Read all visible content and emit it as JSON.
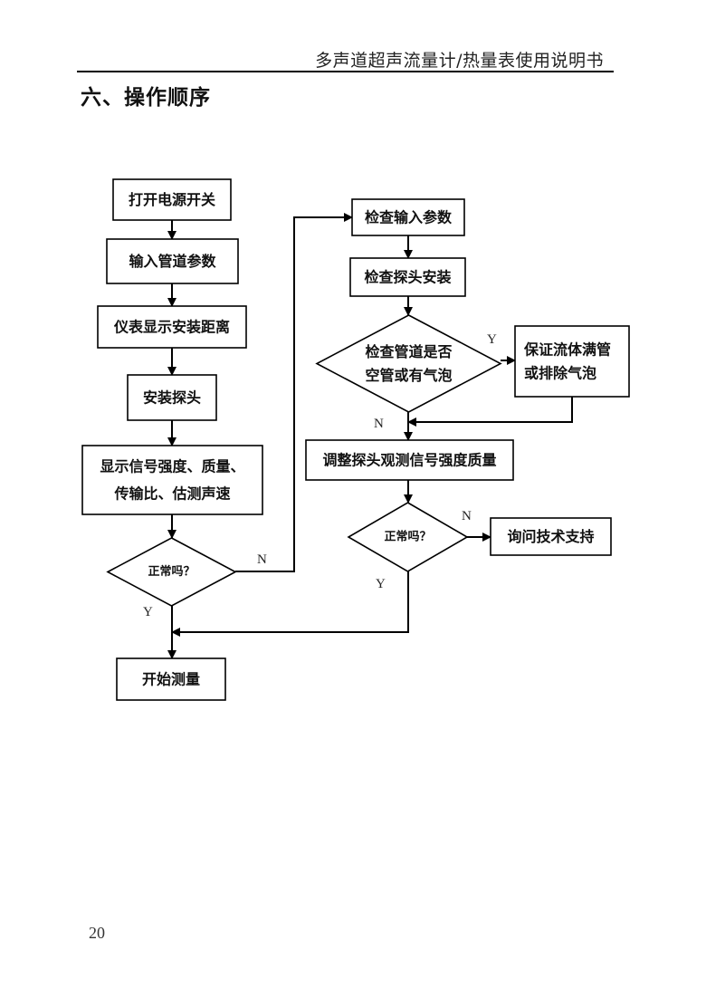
{
  "header": {
    "title": "多声道超声流量计/热量表使用说明书"
  },
  "section": {
    "title": "六、操作顺序"
  },
  "page_number": "20",
  "flowchart": {
    "nodes": {
      "power_on": {
        "type": "process",
        "lines": [
          "打开电源开关"
        ]
      },
      "input_pipe_params": {
        "type": "process",
        "lines": [
          "输入管道参数"
        ]
      },
      "show_install_distance": {
        "type": "process",
        "lines": [
          "仪表显示安装距离"
        ]
      },
      "install_probe": {
        "type": "process",
        "lines": [
          "安装探头"
        ]
      },
      "show_signal": {
        "type": "process",
        "lines": [
          "显示信号强度、质量、",
          "传输比、估测声速"
        ]
      },
      "normal_check_1": {
        "type": "decision",
        "lines": [
          "正常吗？"
        ]
      },
      "start_measure": {
        "type": "process",
        "lines": [
          "开始测量"
        ]
      },
      "check_input_params": {
        "type": "process",
        "lines": [
          "检查输入参数"
        ]
      },
      "check_probe_install": {
        "type": "process",
        "lines": [
          "检查探头安装"
        ]
      },
      "check_empty_pipe": {
        "type": "decision",
        "lines": [
          "检查管道是否",
          "空管或有气泡"
        ]
      },
      "ensure_full_pipe": {
        "type": "process",
        "lines": [
          "保证流体满管",
          "或排除气泡"
        ]
      },
      "adjust_probe": {
        "type": "process",
        "lines": [
          "调整探头观测信号强度质量"
        ]
      },
      "normal_check_2": {
        "type": "decision",
        "lines": [
          "正常吗？"
        ]
      },
      "ask_support": {
        "type": "process",
        "lines": [
          "询问技术支持"
        ]
      }
    },
    "edges": [
      {
        "from": "power_on",
        "to": "input_pipe_params",
        "label": ""
      },
      {
        "from": "input_pipe_params",
        "to": "show_install_distance",
        "label": ""
      },
      {
        "from": "show_install_distance",
        "to": "install_probe",
        "label": ""
      },
      {
        "from": "install_probe",
        "to": "show_signal",
        "label": ""
      },
      {
        "from": "show_signal",
        "to": "normal_check_1",
        "label": ""
      },
      {
        "from": "normal_check_1",
        "to": "start_measure",
        "label": "Y"
      },
      {
        "from": "normal_check_1",
        "to": "check_input_params",
        "label": "N"
      },
      {
        "from": "check_input_params",
        "to": "check_probe_install",
        "label": ""
      },
      {
        "from": "check_probe_install",
        "to": "check_empty_pipe",
        "label": ""
      },
      {
        "from": "check_empty_pipe",
        "to": "ensure_full_pipe",
        "label": "Y"
      },
      {
        "from": "check_empty_pipe",
        "to": "adjust_probe",
        "label": "N"
      },
      {
        "from": "ensure_full_pipe",
        "to": "adjust_probe",
        "label": ""
      },
      {
        "from": "adjust_probe",
        "to": "normal_check_2",
        "label": ""
      },
      {
        "from": "normal_check_2",
        "to": "ask_support",
        "label": "N"
      },
      {
        "from": "normal_check_2",
        "to": "start_measure",
        "label": "Y"
      }
    ]
  }
}
